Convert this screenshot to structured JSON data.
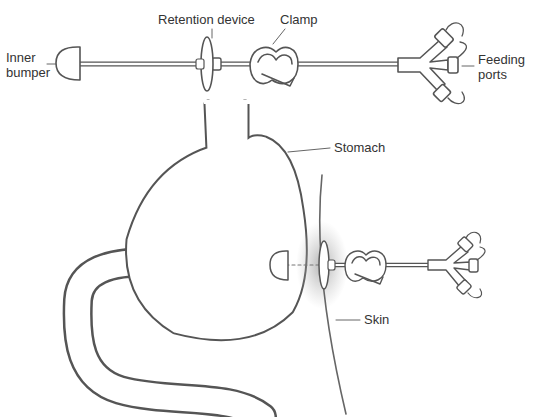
{
  "diagram": {
    "labels": [
      "Retention device",
      "Clamp",
      "Feeding ports",
      "Inner bumper",
      "Stomach",
      "Skin"
    ]
  }
}
